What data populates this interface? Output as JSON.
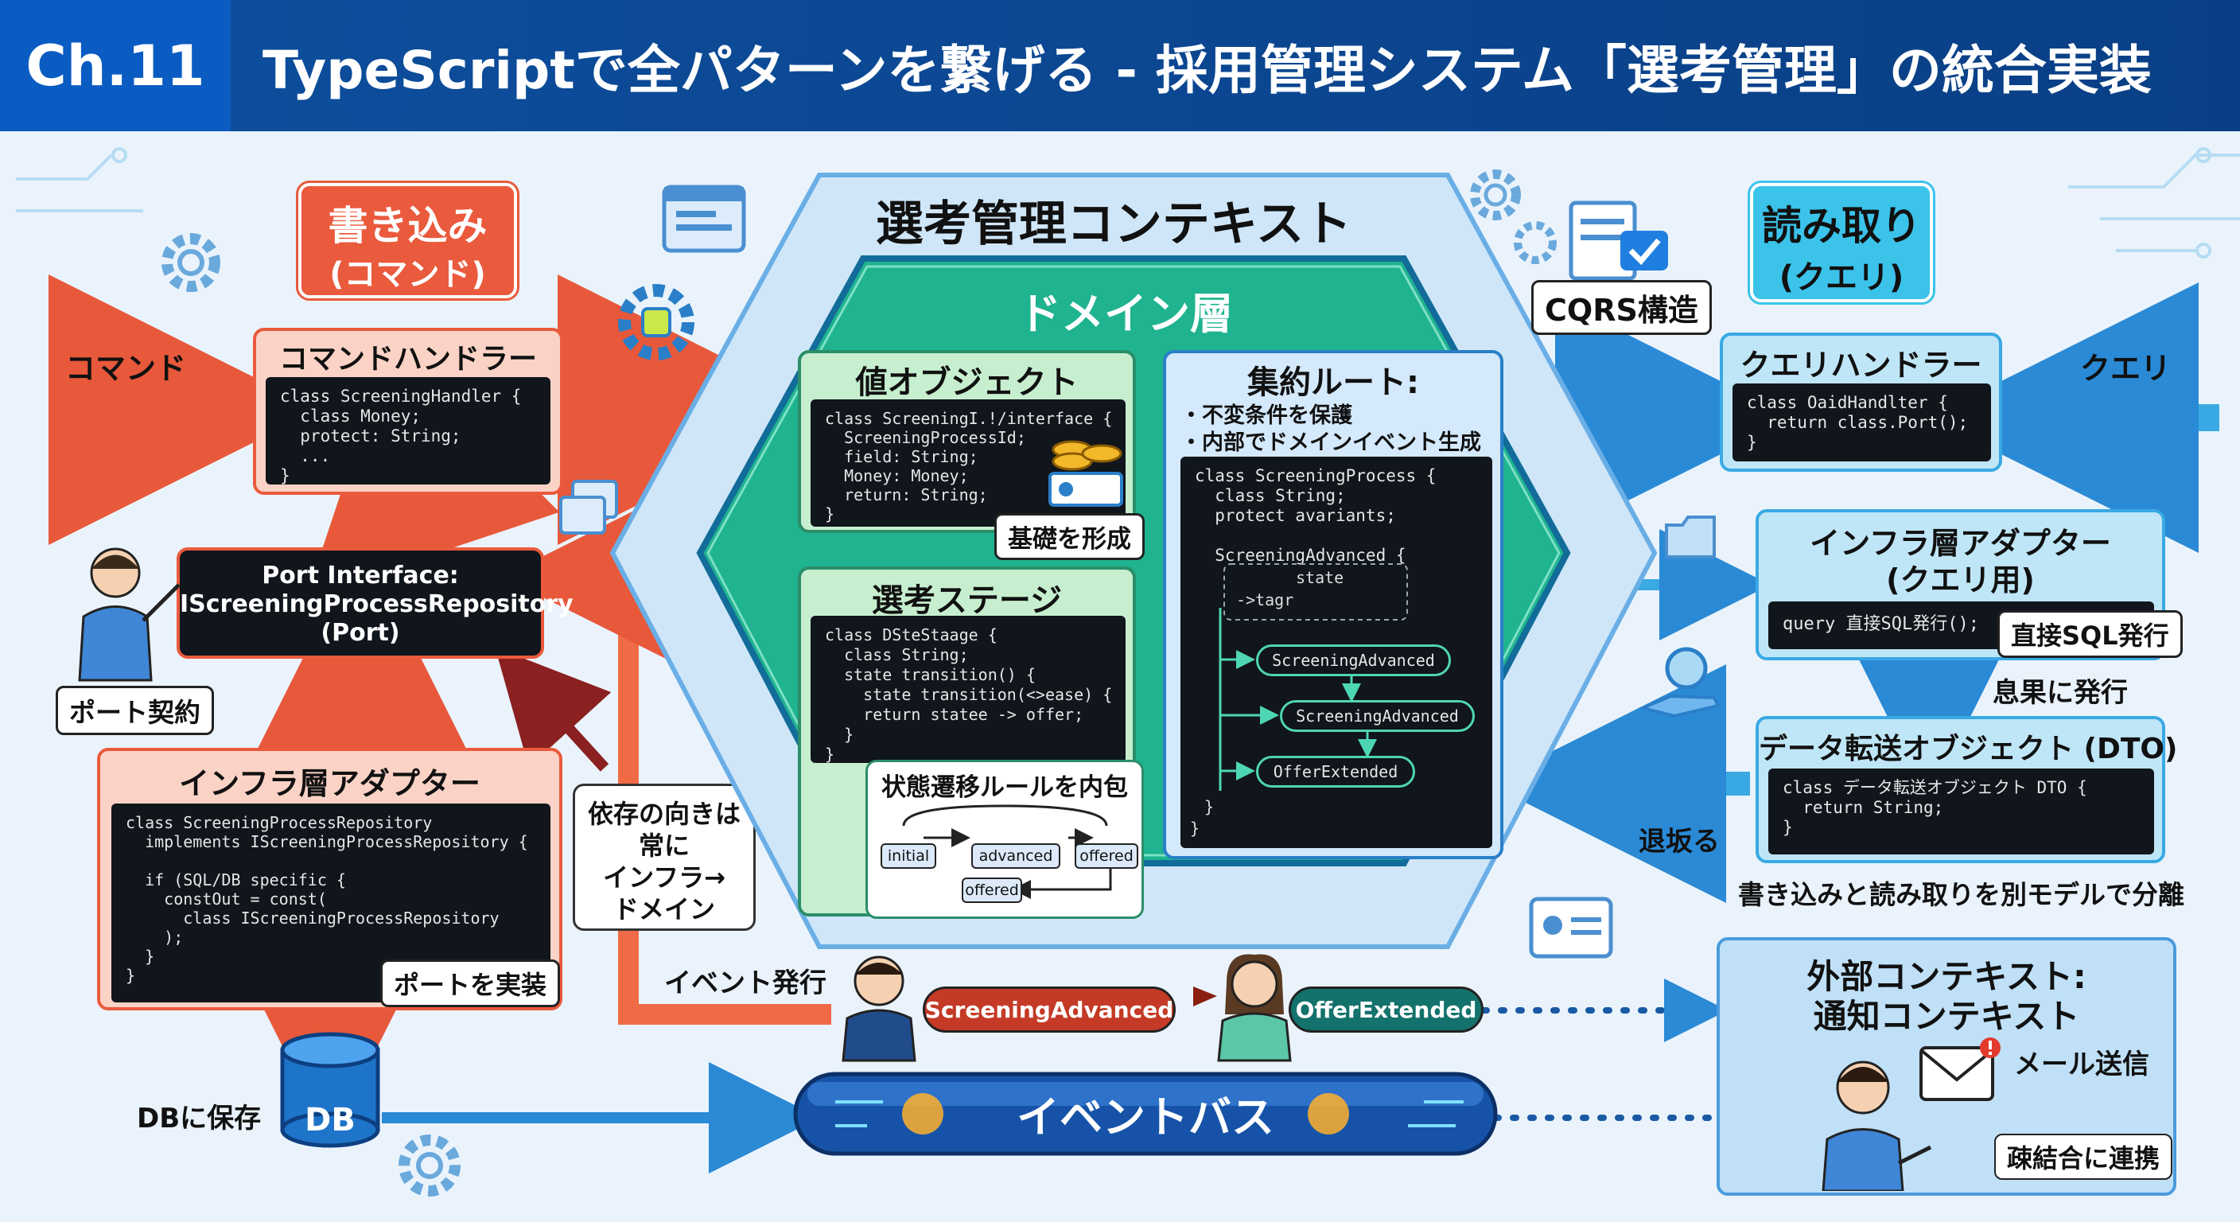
{
  "header": {
    "chapter": "Ch.11",
    "title": "TypeScriptで全パターンを繋げる - 採用管理システム「選考管理」の統合実装"
  },
  "command_side": {
    "badge_line1": "書き込み",
    "badge_line2": "(コマンド)",
    "input_label": "コマンド",
    "handler_title": "コマンドハンドラー",
    "handler_code": [
      "class ScreeningHandler {",
      "  class Money;",
      "  protect: String;",
      "  ...",
      "}"
    ],
    "port_lines": [
      "Port Interface:",
      "IScreeningProcessRepository",
      "(Port)"
    ],
    "port_contract_label": "ポート契約",
    "adapter_title": "インフラ層アダプター",
    "adapter_code": [
      "class ScreeningProcessRepository",
      "  implements IScreeningProcessRepository {",
      "",
      "  if (SQL/DB specific {",
      "    constOut = const(",
      "      class IScreeningProcessRepository",
      "    );",
      "  }",
      "}"
    ],
    "adapter_tag": "ポートを実装",
    "dependency_note": [
      "依存の向きは",
      "常に",
      "インフラ→",
      "ドメイン"
    ],
    "db_label": "DB",
    "db_save_label": "DBに保存"
  },
  "context": {
    "title": "選考管理コンテキスト",
    "domain_title": "ドメイン層",
    "value_object": {
      "title": "値オブジェクト",
      "code": [
        "class ScreeningI.!/interface {",
        "  ScreeningProcessId;",
        "  field: String;",
        "  Money: Money;",
        "  return: String;",
        "}"
      ],
      "tag": "基礎を形成"
    },
    "stage": {
      "title": "選考ステージ",
      "code": [
        "class DSteStaage {",
        "  class String;",
        "  state transition() {",
        "    state transition(<>ease) {",
        "    return statee -> offer;",
        "  }",
        "}"
      ],
      "rule_title": "状態遷移ルールを内包",
      "states": [
        "initial",
        "advanced",
        "offered",
        "offered"
      ]
    },
    "aggregate": {
      "title": "集約ルート:",
      "bullets": [
        "・不変条件を保護",
        "・内部でドメインイベント生成"
      ],
      "code": [
        "class ScreeningProcess {",
        "  class String;",
        "  protect avariants;",
        "",
        "  ScreeningAdvanced {"
      ],
      "state_box": [
        "state",
        "->tagr"
      ],
      "events": [
        "ScreeningAdvanced",
        "ScreeningAdvanced",
        "OfferExtended"
      ]
    }
  },
  "query_side": {
    "badge_line1": "読み取り",
    "badge_line2": "(クエリ)",
    "cqrs_label": "CQRS構造",
    "input_label": "クエリ",
    "handler_title": "クエリハンドラー",
    "handler_code": [
      "class OaidHandlter {",
      "  return class.Port();",
      "}"
    ],
    "adapter_title_line1": "インフラ層アダプター",
    "adapter_title_line2": "(クエリ用)",
    "adapter_code": "query 直接SQL発行();",
    "adapter_tag": "直接SQL発行",
    "result_label": "息果に発行",
    "dto_title": "データ転送オブジェクト (DTO)",
    "dto_code": [
      "class データ転送オブジェクト DTO {",
      "  return String;",
      "}"
    ],
    "return_label": "退坂る",
    "separation_note": "書き込みと読み取りを別モデルで分離"
  },
  "events": {
    "publish_label": "イベント発行",
    "event1": "ScreeningAdvanced",
    "event2": "OfferExtended",
    "bus_label": "イベントバス"
  },
  "external": {
    "title_line1": "外部コンテキスト:",
    "title_line2": "通知コンテキスト",
    "mail_label": "メール送信",
    "loose_label": "疎結合に連携"
  }
}
